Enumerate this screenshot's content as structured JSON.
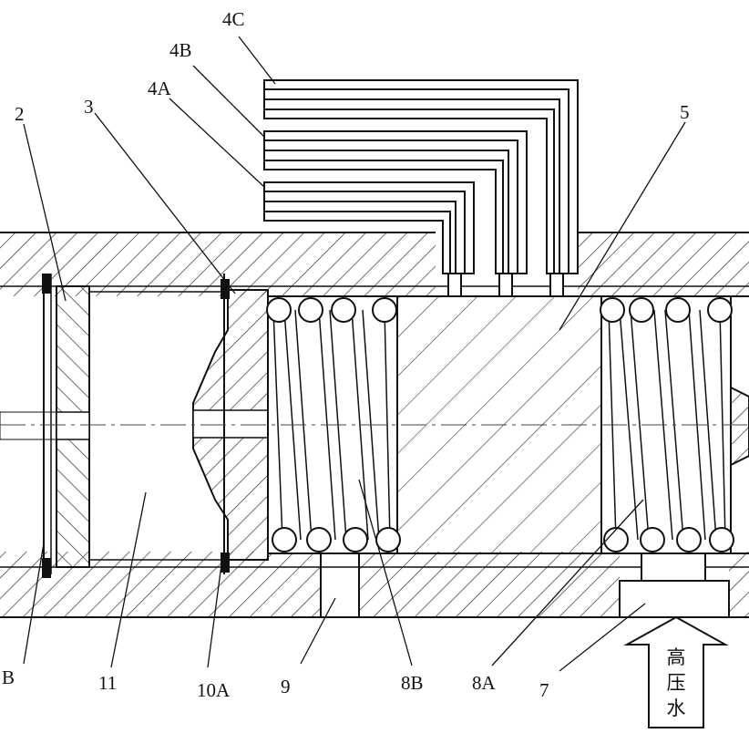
{
  "labels": {
    "l_4c": "4C",
    "l_4b": "4B",
    "l_4a": "4A",
    "l_2": "2",
    "l_3": "3",
    "l_5": "5",
    "l_b": "B",
    "l_11": "11",
    "l_10a": "10A",
    "l_9": "9",
    "l_8b": "8B",
    "l_8a": "8A",
    "l_7": "7"
  },
  "arrow_text": {
    "c1": "高",
    "c2": "压",
    "c3": "水"
  }
}
